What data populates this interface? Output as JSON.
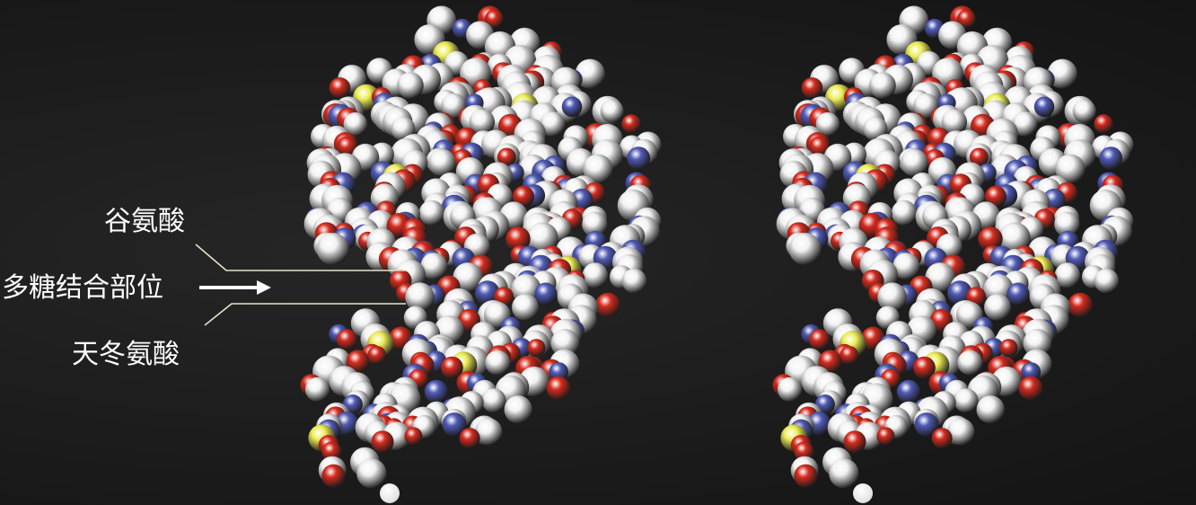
{
  "labels": {
    "glutamate": "谷氨酸",
    "binding_site": "多糖结合部位",
    "aspartate": "天冬氨酸"
  },
  "molecules": [
    {
      "view": "left",
      "atom_colors": {
        "carbon": "#f2f2f2",
        "oxygen": "#d42b1e",
        "nitrogen": "#4f5ab5",
        "sulfur": "#eded55"
      }
    },
    {
      "view": "right",
      "atom_colors": {
        "carbon": "#f2f2f2",
        "oxygen": "#d42b1e",
        "nitrogen": "#4f5ab5",
        "sulfur": "#eded55"
      }
    }
  ],
  "colors": {
    "background": "#1a1a1a",
    "text": "#ffffff",
    "leader_line": "#e8e4c8"
  }
}
